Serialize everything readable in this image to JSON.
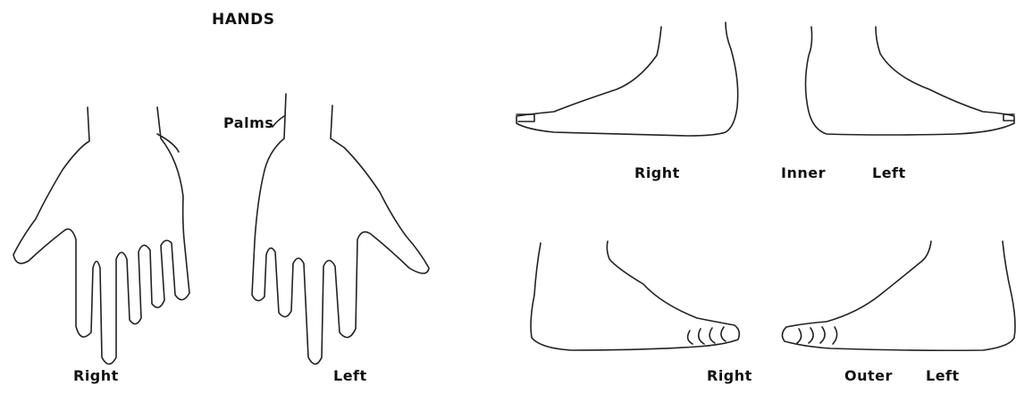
{
  "hands": {
    "title": "HANDS",
    "palms_label": "Palms",
    "right_label": "Right",
    "left_label": "Left"
  },
  "feet_inner": {
    "right_label": "Right",
    "side_label": "Inner",
    "left_label": "Left"
  },
  "feet_outer": {
    "right_label": "Right",
    "side_label": "Outer",
    "left_label": "Left"
  }
}
